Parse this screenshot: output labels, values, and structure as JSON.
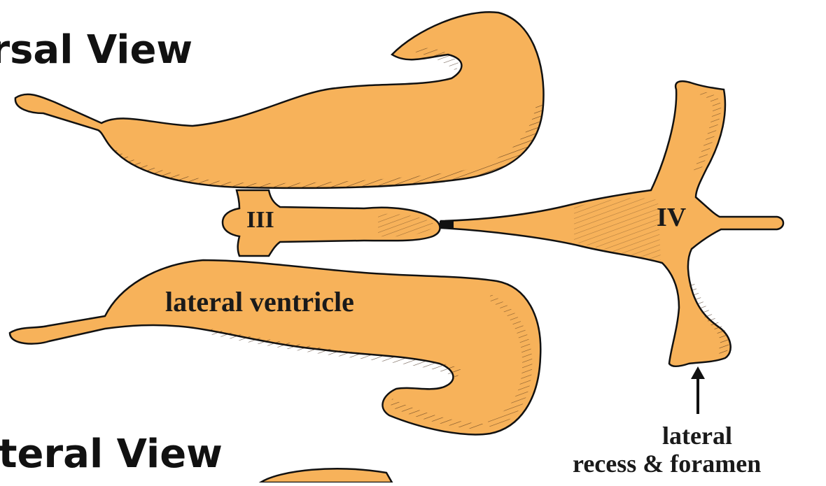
{
  "headings": {
    "dorsal": "orsal View",
    "lateral": "ateral View"
  },
  "labels": {
    "third_ventricle": "III",
    "fourth_ventricle": "IV",
    "lateral_ventricle": "lateral ventricle",
    "lateral_recess_line1": "lateral",
    "lateral_recess_line2": "recess & foramen"
  },
  "colors": {
    "ventricle_fill": "#F7B25A",
    "outline": "#111111",
    "hatching": "#3a2210",
    "background": "#FFFFFF"
  }
}
